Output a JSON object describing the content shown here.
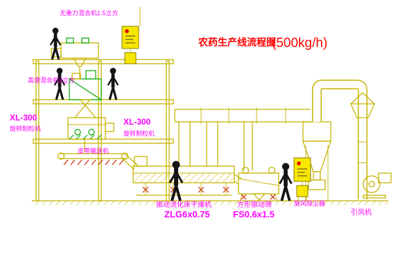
{
  "title": {
    "main": "农药生产线流程图",
    "capacity": "(500kg/h)"
  },
  "labels": {
    "mixer_top": "无重力混合机1.5立方",
    "mixer_high_speed": "高速混合机3立方",
    "granulator_left": {
      "model": "XL-300",
      "name": "旋转制粒机"
    },
    "granulator_mid": {
      "model": "XL-300",
      "name": "旋转制粒机"
    },
    "belt_conveyor": "皮带输送机",
    "dryer": {
      "name": "振动流化床干燥机",
      "model": "ZLG6x0.75"
    },
    "screen": {
      "name": "方形振动筛",
      "model": "FS0.6x1.5"
    },
    "cyclone": "旋风除尘器",
    "fan": "引风机"
  },
  "colors": {
    "line_yellow": "#c6b300",
    "detail_green": "#00a800",
    "accent_red": "#cc2200",
    "label_magenta": "#ff00ff",
    "title_red": "#ff0000",
    "figure_black": "#141414",
    "panel_yellow": "#f7e600"
  }
}
